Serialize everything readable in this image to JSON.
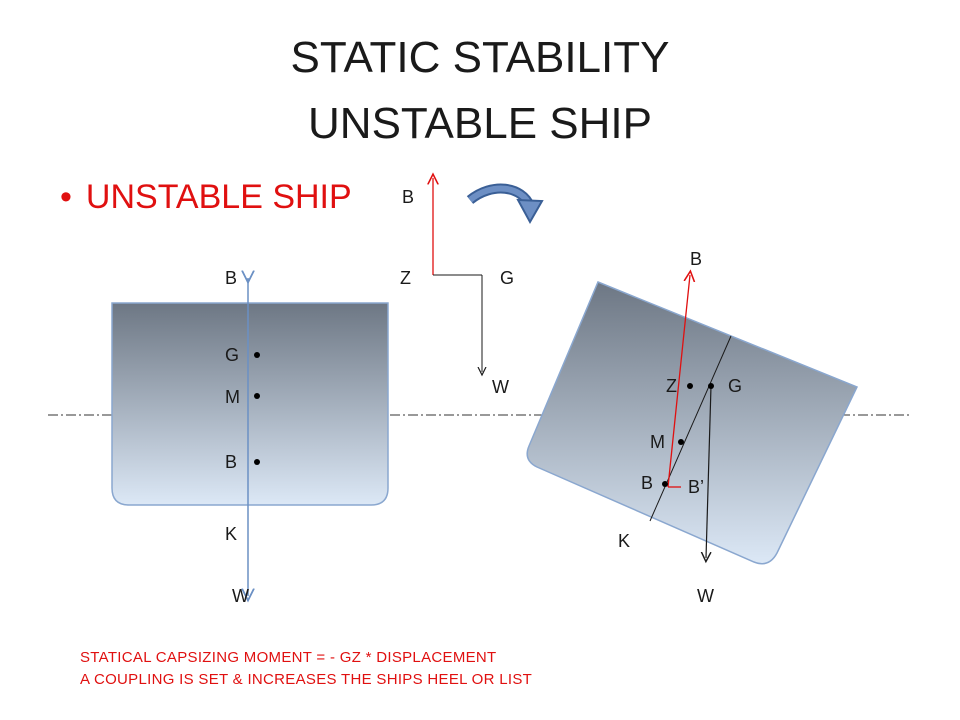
{
  "title": {
    "line1": "STATIC    STABILITY",
    "line2": "UNSTABLE  SHIP"
  },
  "bullet": "UNSTABLE SHIP",
  "left_ship": {
    "B_top": "B",
    "G": "G",
    "M": "M",
    "B": "B",
    "K": "K",
    "W": "W"
  },
  "couple": {
    "B": "B",
    "Z": "Z",
    "G": "G",
    "W": "W"
  },
  "right_ship": {
    "B_top": "B",
    "Z": "Z",
    "G": "G",
    "M": "M",
    "B": "B",
    "B_prime": "B’",
    "K": "K",
    "W": "W"
  },
  "notes": [
    "STATICAL CAPSIZING MOMENT   =  - GZ  *  DISPLACEMENT",
    "A COUPLING IS SET & INCREASES THE SHIPS HEEL OR LIST"
  ],
  "colors": {
    "red": "#e01010",
    "hull_top": "#6d7784",
    "hull_bottom": "#dce8f6",
    "arrow_blue": "#3a5f96"
  }
}
